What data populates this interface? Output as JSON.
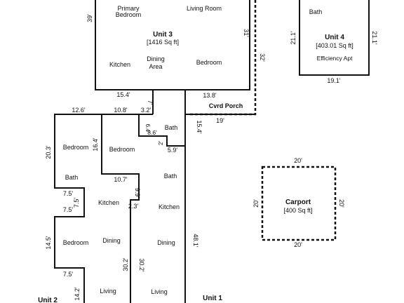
{
  "unit3": {
    "name": "Unit 3",
    "area": "[1416 Sq ft]",
    "rooms": {
      "primary_bedroom_1": "Primary",
      "primary_bedroom_2": "Bedroom",
      "living_room": "Living Room",
      "kitchen": "Kitchen",
      "dining_1": "Dining",
      "dining_2": "Area",
      "bedroom": "Bedroom"
    },
    "dims": {
      "left": "39'",
      "right": "31'",
      "bottom": "15.4'",
      "porch_top": "13.8'",
      "outer_right": "32'"
    },
    "porch": {
      "label": "Cvrd Porch",
      "dim_bottom": "19'"
    }
  },
  "unit4": {
    "name": "Unit 4",
    "area": "[403.01 Sq ft]",
    "subtitle": "Efficiency Apt",
    "rooms": {
      "bath": "Bath"
    },
    "dims": {
      "left": "21.1'",
      "right": "21.1'",
      "bottom": "19.1'"
    }
  },
  "carport": {
    "name": "Carport",
    "area": "[400 Sq ft]",
    "dims": {
      "top": "20'",
      "bottom": "20'",
      "left": "20'",
      "right": "20'"
    }
  },
  "unit2": {
    "name": "Unit 2",
    "rooms": {
      "bedroom_a": "Bedroom",
      "bedroom_b": "Bedroom",
      "bath": "Bath",
      "kitchen": "Kitchen",
      "bedroom_c": "Bedroom",
      "dining": "Dining",
      "living": "Living"
    },
    "dims": {
      "top_left": "12.6'",
      "top_mid": "10.8'",
      "top_small": "3.2'",
      "notch_v": "7'",
      "left_20": "20.3'",
      "mid_16": "16.4'",
      "step_7_5a": "7.5'",
      "step_7_5b": "7.5'",
      "step_7_5c": "7.5'",
      "step_7_5d": "7.5'",
      "bed_14": "14.5'",
      "living_14": "14.2'",
      "kitchen_10": "10.7'",
      "kitchen_9": "9.9'",
      "kitchen_2": "2.3'",
      "dining_30": "30.2'"
    }
  },
  "unit1": {
    "name": "Unit 1",
    "rooms": {
      "bath_top": "Bath",
      "bath": "Bath",
      "kitchen": "Kitchen",
      "dining": "Dining",
      "living": "Living"
    },
    "dims": {
      "bath_6_4": "6.4'",
      "bath_8_6": "8.6'",
      "bath_2": "2'",
      "bath_5_9": "5.9'",
      "side_15_4": "15.4'",
      "right_48": "48.1'",
      "dining_30": "30.2'"
    }
  }
}
